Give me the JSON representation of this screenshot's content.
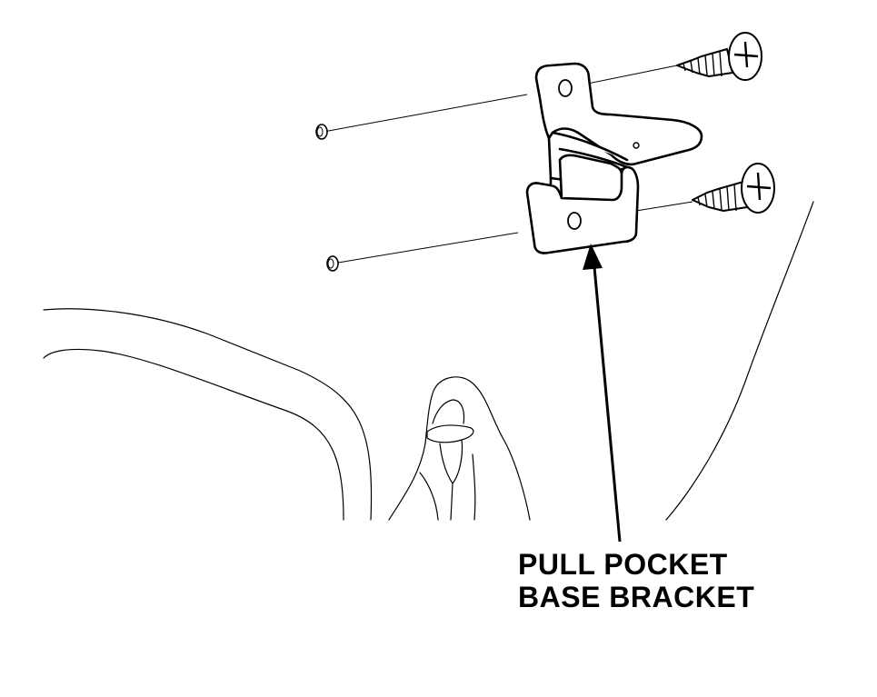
{
  "callout": {
    "line1": "PULL POCKET",
    "line2": "BASE BRACKET"
  },
  "colors": {
    "ink": "#000000",
    "paper": "#ffffff"
  },
  "parts": [
    {
      "id": "bracket",
      "icon": "bracket-icon"
    },
    {
      "id": "screw-upper",
      "icon": "screw-icon"
    },
    {
      "id": "screw-lower",
      "icon": "screw-icon"
    },
    {
      "id": "clip-upper",
      "icon": "clip-icon"
    },
    {
      "id": "clip-lower",
      "icon": "clip-icon"
    }
  ]
}
